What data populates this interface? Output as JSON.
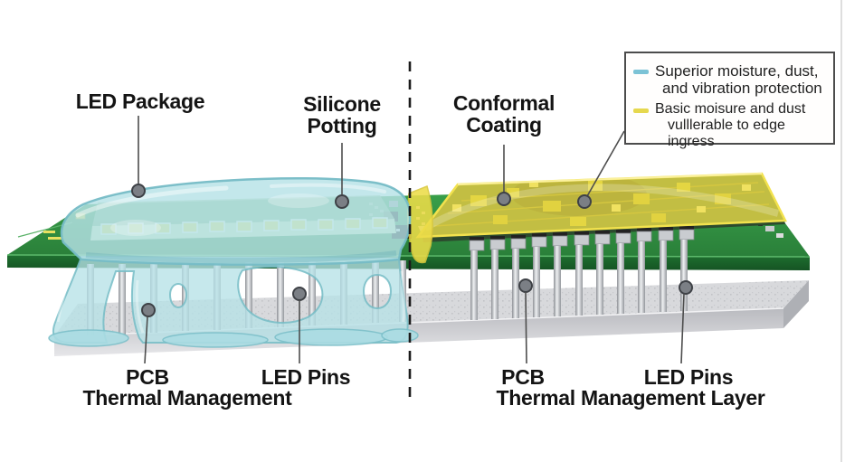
{
  "left_section": {
    "led_package": "LED Package",
    "silicone_potting": [
      "Silicone",
      "Potting"
    ],
    "pcb": "PCB",
    "thermal_management": "Thermal Management",
    "led_pins": "LED Pins"
  },
  "right_section": {
    "conformal_coating": [
      "Conformal",
      "Coating"
    ],
    "pcb": "PCB",
    "thermal_management": "Thermal Management Layer",
    "led_pins": "LED Pins"
  },
  "legend": {
    "items": [
      {
        "swatch_color": "#7cc3d6",
        "line1": "Superior moisture, dust,",
        "line2": "and vibration protection"
      },
      {
        "swatch_color": "#e6d84e",
        "line1": "Basic moisure and dust",
        "line2": "vulllerable to edge ingress"
      }
    ]
  },
  "illustration_colors": {
    "pcb_green": "#2f9040",
    "potting_blue": "#b6e2e7",
    "coating_yellow": "#e8d84a",
    "base_gray": "#d6d7da",
    "pin_silver": "#d0d2d6"
  }
}
